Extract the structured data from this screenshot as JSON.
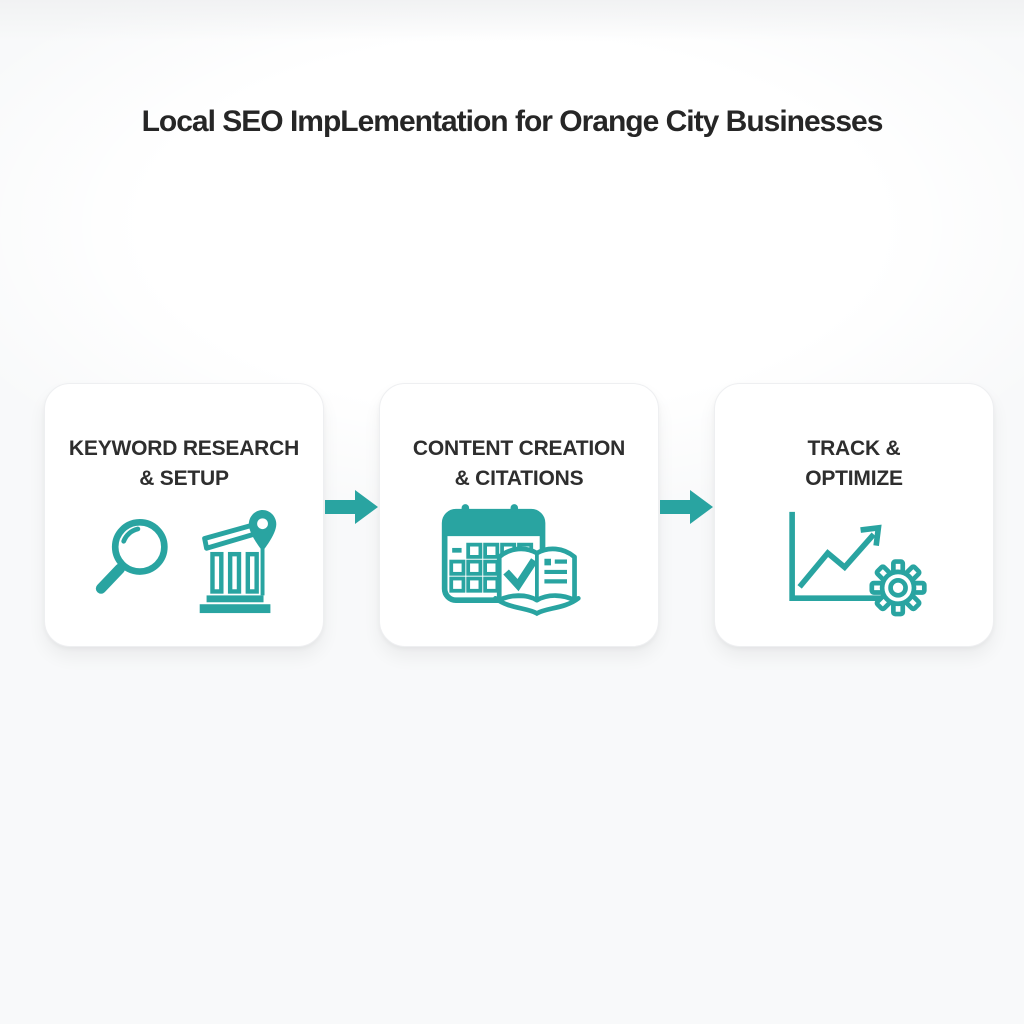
{
  "title": "Local SEO ImpLementation for Orange City Businesses",
  "colors": {
    "accent": "#29A4A1",
    "background": "#f8f9fa",
    "card_bg": "#ffffff",
    "title_text": "#262626",
    "card_text": "#2e2e2e"
  },
  "steps": [
    {
      "label_line1": "KEYWORD RESEARCH",
      "label_line2": "& SETUP",
      "icons": [
        "magnifier-icon",
        "bank-location-pin-icon"
      ]
    },
    {
      "label_line1": "CONTENT CREATION",
      "label_line2": "& CITATIONS",
      "icons": [
        "calendar-icon",
        "open-book-checklist-icon"
      ]
    },
    {
      "label_line1": "TRACK &",
      "label_line2": "OPTIMIZE",
      "icons": [
        "growth-chart-arrow-icon",
        "gear-icon"
      ]
    }
  ],
  "connector": {
    "type": "arrow-right",
    "count": 2
  }
}
